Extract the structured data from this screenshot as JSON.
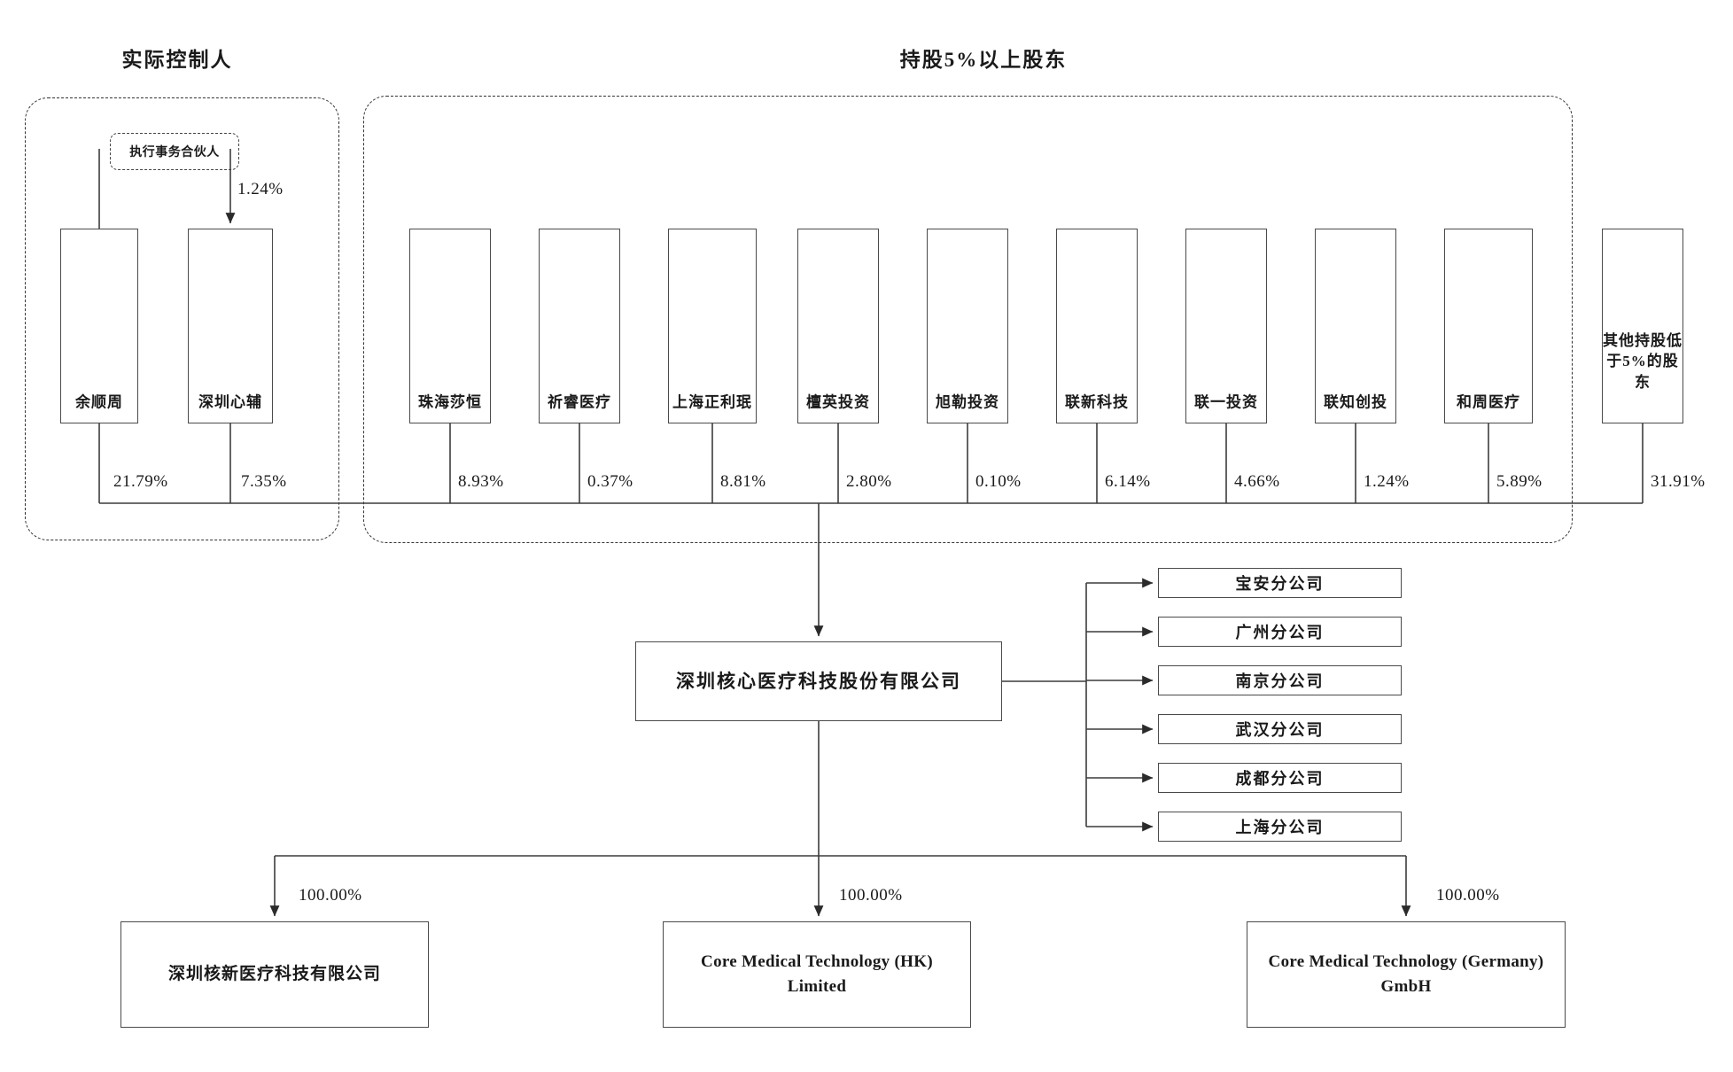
{
  "groups": {
    "actual_controller": {
      "title": "实际控制人"
    },
    "major_shareholders": {
      "title": "持股5%以上股东"
    }
  },
  "partner_note": {
    "label": "执行事务合伙人",
    "percent": "1.24%"
  },
  "controller_entities": [
    {
      "name": "余顺周",
      "percent": "21.79%"
    },
    {
      "name": "深圳心辅",
      "percent": "7.35%"
    }
  ],
  "major_shareholders": [
    {
      "name": "珠海莎恒",
      "percent": "8.93%"
    },
    {
      "name": "祈睿医疗",
      "percent": "0.37%"
    },
    {
      "name": "上海正利珉",
      "percent": "8.81%"
    },
    {
      "name": "檀英投资",
      "percent": "2.80%"
    },
    {
      "name": "旭勒投资",
      "percent": "0.10%"
    },
    {
      "name": "联新科技",
      "percent": "6.14%"
    },
    {
      "name": "联一投资",
      "percent": "4.66%"
    },
    {
      "name": "联知创投",
      "percent": "1.24%"
    },
    {
      "name": "和周医疗",
      "percent": "5.89%"
    }
  ],
  "other_shareholders": {
    "name": "其他持股低于5%的股东",
    "percent": "31.91%"
  },
  "company": {
    "name": "深圳核心医疗科技股份有限公司"
  },
  "branches": [
    {
      "name": "宝安分公司"
    },
    {
      "name": "广州分公司"
    },
    {
      "name": "南京分公司"
    },
    {
      "name": "武汉分公司"
    },
    {
      "name": "成都分公司"
    },
    {
      "name": "上海分公司"
    }
  ],
  "subsidiaries": [
    {
      "name": "深圳核新医疗科技有限公司",
      "percent": "100.00%"
    },
    {
      "name": "Core Medical Technology (HK) Limited",
      "percent": "100.00%"
    },
    {
      "name": "Core Medical Technology (Germany) GmbH",
      "percent": "100.00%"
    }
  ],
  "colors": {
    "line": "#4a4a4a",
    "text": "#1a1a1a",
    "background": "#ffffff"
  }
}
